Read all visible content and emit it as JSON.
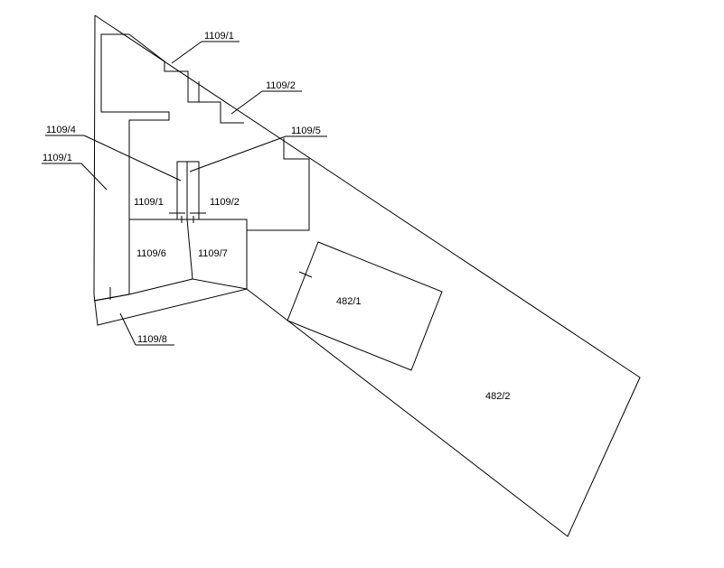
{
  "parcels": {
    "p1109_1_top": "1109/1",
    "p1109_2_top": "1109/2",
    "p1109_4": "1109/4",
    "p1109_5": "1109/5",
    "p1109_1_left": "1109/1",
    "p1109_1_mid": "1109/1",
    "p1109_2_mid": "1109/2",
    "p1109_6": "1109/6",
    "p1109_7": "1109/7",
    "p1109_8": "1109/8",
    "p482_1": "482/1",
    "p482_2": "482/2"
  }
}
